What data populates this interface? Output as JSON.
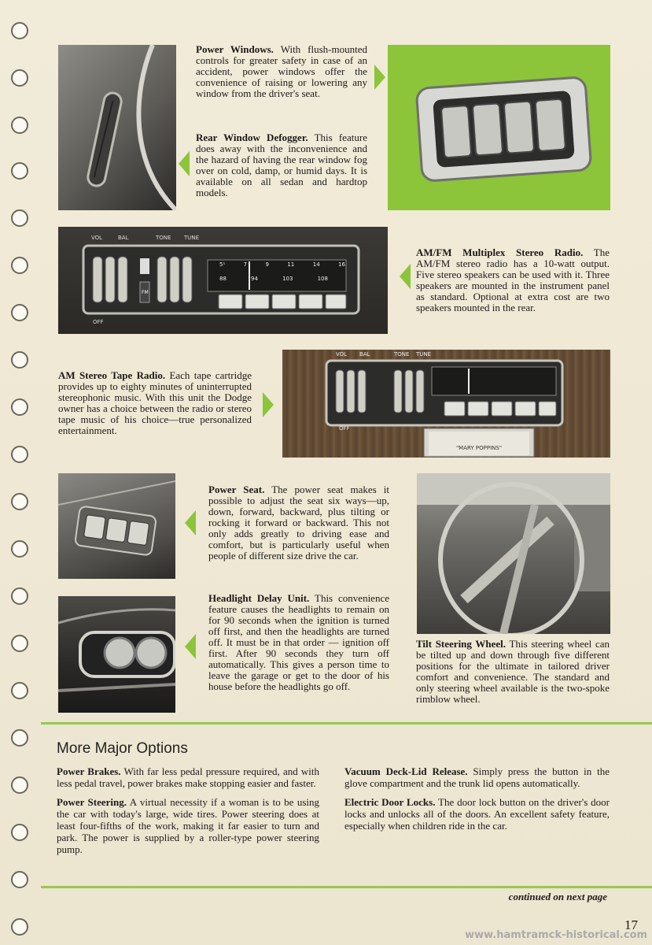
{
  "power_windows": {
    "title": "Power Windows.",
    "body": "With flush-mounted controls for greater safety in case of an accident, power windows offer the convenience of raising or lowering any window from the driver's seat."
  },
  "defogger": {
    "title": "Rear Window Defogger.",
    "body": "This feature does away with the inconvenience and the hazard of having the rear window fog over on cold, damp, or humid days. It is available on all sedan and hardtop models."
  },
  "amfm": {
    "title": "AM/FM Multiplex Stereo Radio.",
    "body": "The AM/FM stereo radio has a 10-watt output. Five stereo speakers can be used with it. Three speakers are mounted in the instrument panel as standard. Optional at extra cost are two speakers mounted in the rear."
  },
  "tape": {
    "title": "AM Stereo Tape Radio.",
    "body": "Each tape cartridge provides up to eighty minutes of uninterrupted stereophonic music. With this unit the Dodge owner has a choice between the radio or stereo tape music of his choice—true personalized entertainment."
  },
  "seat": {
    "title": "Power Seat.",
    "body": "The power seat makes it possible to adjust the seat six ways—up, down, forward, backward, plus tilting or rocking it forward or backward. This not only adds greatly to driving ease and comfort, but is particularly useful when people of different size drive the car."
  },
  "headlight": {
    "title": "Headlight Delay Unit.",
    "body": "This convenience feature causes the headlights to remain on for 90 seconds when the ignition is turned off first, and then the headlights are turned off. It must be in that order — ignition off first. After 90 seconds they turn off automatically. This gives a person time to leave the garage or get to the door of his house before the headlights go off."
  },
  "tilt": {
    "title": "Tilt Steering Wheel.",
    "body": "This steering wheel can be tilted up and down through five different positions for the ultimate in tailored driver comfort and convenience. The standard and only steering wheel available is the two-spoke rimblow wheel."
  },
  "more_heading": "More Major Options",
  "brakes": {
    "title": "Power Brakes.",
    "body": "With far less pedal pressure required, and with less pedal travel, power brakes make stopping easier and faster."
  },
  "steering": {
    "title": "Power Steering.",
    "body": "A virtual necessity if a woman is to be using the car with today's large, wide tires. Power steering does at least four-fifths of the work, making it far easier to turn and park. The power is supplied by a roller-type power steering pump."
  },
  "decklid": {
    "title": "Vacuum Deck-Lid Release.",
    "body": "Simply press the button in the glove compartment and the trunk lid opens automatically."
  },
  "doorlocks": {
    "title": "Electric Door Locks.",
    "body": "The door lock button on the driver's door locks and unlocks all of the doors. An excellent safety feature, especially when children ride in the car."
  },
  "continued": "continued on next page",
  "page_number": "17",
  "watermark": "www.hamtramck-historical.com",
  "radio_labels": {
    "vol": "VOL",
    "bal": "BAL",
    "tone": "TONE",
    "tune": "TUNE",
    "off": "OFF",
    "fm": "FM",
    "tape_label": "\"MARY POPPINS\""
  },
  "dial_top": [
    "5¹",
    "7",
    "9",
    "11",
    "14",
    "16"
  ],
  "dial_bottom": [
    "88",
    "94",
    "103",
    "108"
  ]
}
